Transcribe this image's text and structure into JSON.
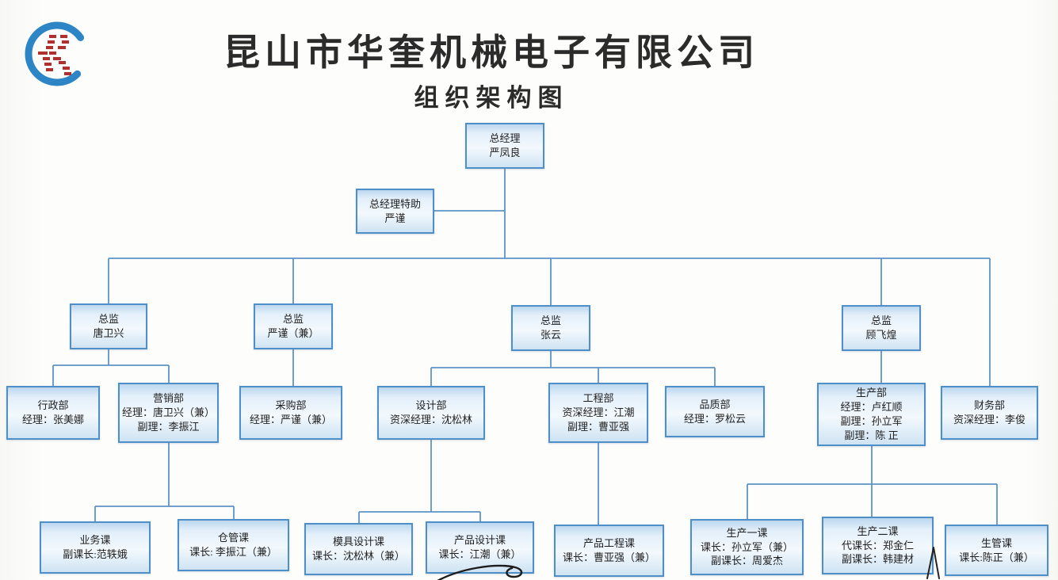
{
  "header": {
    "company": "昆山市华奎机械电子有限公司",
    "title": "组织架构图",
    "logo": {
      "icon": "company-logo-icon",
      "ring_color": "#2d85c5",
      "mark_color": "#b03030"
    }
  },
  "colors": {
    "box_border": "#4e8fc7",
    "box_fill_top": "#bcd7ee",
    "box_fill_light": "#f3f9fd",
    "connector_line": "#5e93c5",
    "text": "#1f1f1f"
  },
  "org": {
    "nodes": [
      {
        "id": "gm",
        "level": 1,
        "parent": null,
        "lines": [
          "总经理",
          "严凤良"
        ]
      },
      {
        "id": "assistant",
        "level": 1,
        "parent": "gm",
        "lines": [
          "总经理特助",
          "严谨"
        ]
      },
      {
        "id": "director-tang",
        "level": 2,
        "parent": "gm",
        "lines": [
          "总监",
          "唐卫兴"
        ]
      },
      {
        "id": "director-yan",
        "level": 2,
        "parent": "gm",
        "lines": [
          "总监",
          "严谨（兼）"
        ]
      },
      {
        "id": "director-zhang",
        "level": 2,
        "parent": "gm",
        "lines": [
          "总监",
          "张云"
        ]
      },
      {
        "id": "director-gu",
        "level": 2,
        "parent": "gm",
        "lines": [
          "总监",
          "顾飞煌"
        ]
      },
      {
        "id": "admin",
        "level": 3,
        "parent": "director-tang",
        "lines": [
          "行政部",
          "经理：张美娜"
        ]
      },
      {
        "id": "marketing",
        "level": 3,
        "parent": "director-tang",
        "lines": [
          "营销部",
          "经理：唐卫兴（兼）",
          "副理：李振江"
        ]
      },
      {
        "id": "purchasing",
        "level": 3,
        "parent": "director-yan",
        "lines": [
          "采购部",
          "经理：严谨（兼）"
        ]
      },
      {
        "id": "design",
        "level": 3,
        "parent": "director-zhang",
        "lines": [
          "设计部",
          "资深经理：沈松林"
        ]
      },
      {
        "id": "engineering",
        "level": 3,
        "parent": "director-zhang",
        "lines": [
          "工程部",
          "资深经理：江潮",
          "副理：曹亚强"
        ]
      },
      {
        "id": "quality",
        "level": 3,
        "parent": "director-zhang",
        "lines": [
          "品质部",
          "经理：罗松云"
        ]
      },
      {
        "id": "production",
        "level": 3,
        "parent": "director-gu",
        "lines": [
          "生产部",
          "经理：卢红顺",
          "副理：孙立军",
          "副理：陈 正"
        ]
      },
      {
        "id": "finance",
        "level": 3,
        "parent": "gm",
        "lines": [
          "财务部",
          "资深经理：李俊"
        ]
      },
      {
        "id": "business-sec",
        "level": 4,
        "parent": "marketing",
        "lines": [
          "业务课",
          "副课长:范轶娥"
        ]
      },
      {
        "id": "warehouse-sec",
        "level": 4,
        "parent": "marketing",
        "lines": [
          "仓管课",
          "课长: 李振江（兼）"
        ]
      },
      {
        "id": "mold-design-sec",
        "level": 4,
        "parent": "design",
        "lines": [
          "模具设计课",
          "课长：沈松林（兼）"
        ]
      },
      {
        "id": "product-design-sec",
        "level": 4,
        "parent": "design",
        "lines": [
          "产品设计课",
          "课长：江潮（兼）"
        ]
      },
      {
        "id": "product-eng-sec",
        "level": 4,
        "parent": "engineering",
        "lines": [
          "产品工程课",
          "课长：曹亚强（兼）"
        ]
      },
      {
        "id": "production1-sec",
        "level": 4,
        "parent": "production",
        "lines": [
          "生产一课",
          "课长：孙立军（兼）",
          "副课长：周爱杰"
        ]
      },
      {
        "id": "production2-sec",
        "level": 4,
        "parent": "production",
        "lines": [
          "生产二课",
          "代课长：郑金仁",
          "副课长：韩建材"
        ]
      },
      {
        "id": "prod-mgmt-sec",
        "level": 4,
        "parent": "production",
        "lines": [
          "生管课",
          "课长:陈正（兼）"
        ]
      }
    ]
  },
  "annotations": {
    "pen_marks": [
      "curved-squiggle-below-product-design-section",
      "caret-mark-right-of-production2-section"
    ]
  }
}
